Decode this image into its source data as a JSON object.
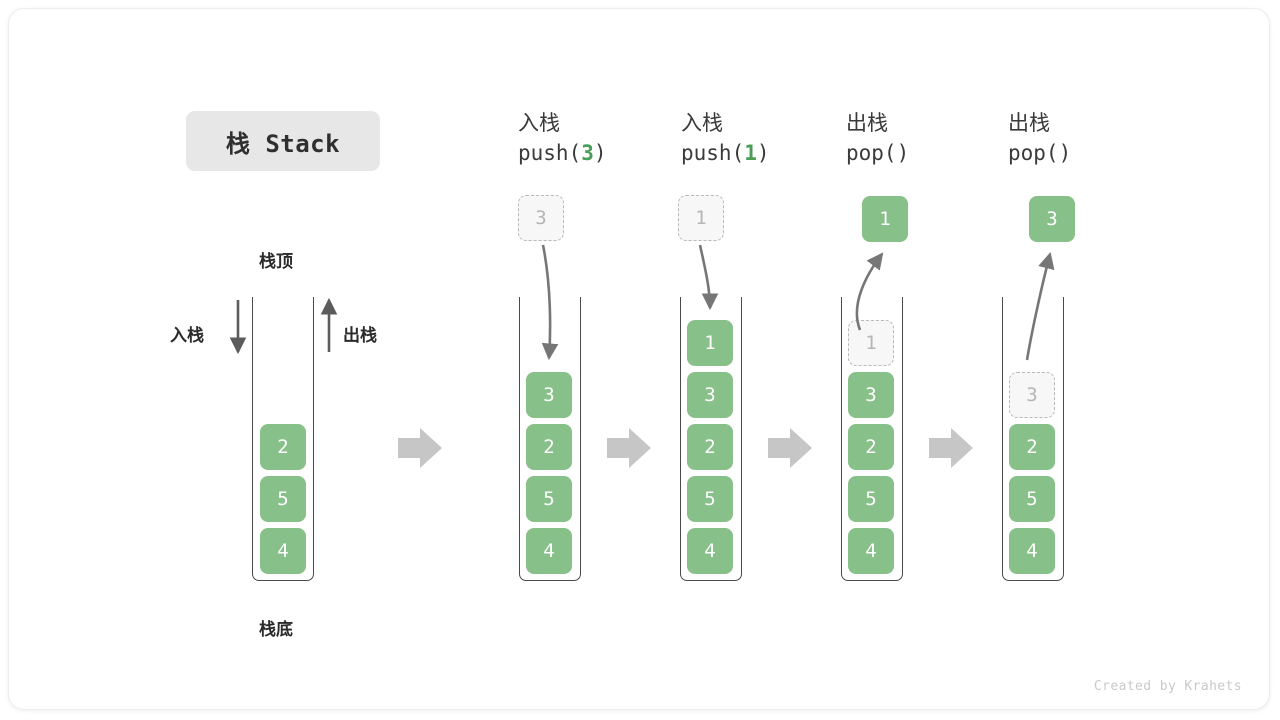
{
  "title": {
    "text": "栈 Stack"
  },
  "footer": {
    "credit": "Created by Krahets"
  },
  "colors": {
    "cell_green": "#88c08a",
    "ghost_fill": "#f7f7f7",
    "ghost_border": "#b9b9b9",
    "tube_stroke": "#4a4a4a",
    "arrow_gray": "#767676",
    "block_arrow": "#c6c6c6",
    "accent_text": "#4a9d56"
  },
  "left_panel": {
    "top_label": "栈顶",
    "bottom_label": "栈底",
    "push_label": "入栈",
    "pop_label": "出栈",
    "stack": [
      "2",
      "5",
      "4"
    ]
  },
  "steps": [
    {
      "id": "push-3",
      "head_cn": "入栈",
      "head_code_prefix": "push(",
      "head_code_arg": "3",
      "head_code_suffix": ")",
      "floating": {
        "value": "3",
        "state": "ghost",
        "position": "above"
      },
      "arrow": "down",
      "stack": [
        {
          "value": "3",
          "state": "solid"
        },
        {
          "value": "2",
          "state": "solid"
        },
        {
          "value": "5",
          "state": "solid"
        },
        {
          "value": "4",
          "state": "solid"
        }
      ]
    },
    {
      "id": "push-1",
      "head_cn": "入栈",
      "head_code_prefix": "push(",
      "head_code_arg": "1",
      "head_code_suffix": ")",
      "floating": {
        "value": "1",
        "state": "ghost",
        "position": "above"
      },
      "arrow": "down",
      "stack": [
        {
          "value": "1",
          "state": "solid"
        },
        {
          "value": "3",
          "state": "solid"
        },
        {
          "value": "2",
          "state": "solid"
        },
        {
          "value": "5",
          "state": "solid"
        },
        {
          "value": "4",
          "state": "solid"
        }
      ]
    },
    {
      "id": "pop-1",
      "head_cn": "出栈",
      "head_code_prefix": "pop(",
      "head_code_arg": "",
      "head_code_suffix": ")",
      "floating": {
        "value": "1",
        "state": "solid",
        "position": "above"
      },
      "arrow": "up",
      "stack": [
        {
          "value": "1",
          "state": "ghost"
        },
        {
          "value": "3",
          "state": "solid"
        },
        {
          "value": "2",
          "state": "solid"
        },
        {
          "value": "5",
          "state": "solid"
        },
        {
          "value": "4",
          "state": "solid"
        }
      ]
    },
    {
      "id": "pop-3",
      "head_cn": "出栈",
      "head_code_prefix": "pop(",
      "head_code_arg": "",
      "head_code_suffix": ")",
      "floating": {
        "value": "3",
        "state": "solid",
        "position": "above"
      },
      "arrow": "up",
      "stack": [
        {
          "value": "",
          "state": "empty"
        },
        {
          "value": "3",
          "state": "ghost"
        },
        {
          "value": "2",
          "state": "solid"
        },
        {
          "value": "5",
          "state": "solid"
        },
        {
          "value": "4",
          "state": "solid"
        }
      ]
    }
  ],
  "separators": {
    "count": 4,
    "glyph": "block-arrow-right"
  }
}
